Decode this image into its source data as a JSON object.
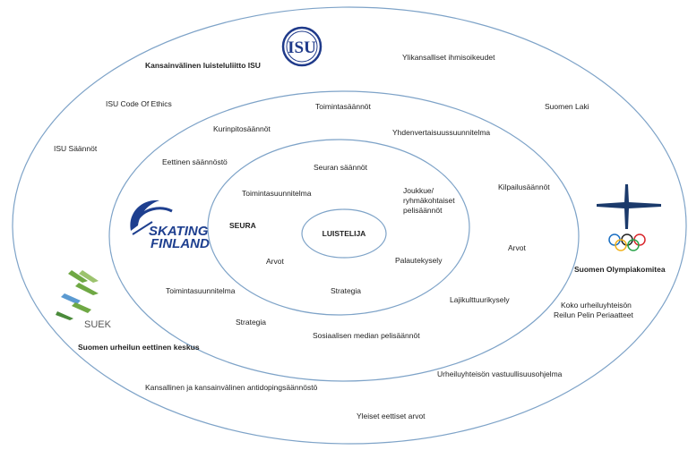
{
  "colors": {
    "ring": "#7ea3c8",
    "isu_blue": "#1f3a8a",
    "skating_blue": "#1e3f8f",
    "olympic_navy": "#1b3a6b",
    "suek_green": "#6fa844"
  },
  "logos": {
    "isu": {
      "icon": "isu-logo",
      "text": "ISU"
    },
    "skating_finland": {
      "icon": "skating-finland-logo",
      "text_line1": "SKATING",
      "text_line2": "FINLAND"
    },
    "olympic": {
      "icon": "olympic-cross-logo"
    },
    "suek": {
      "icon": "suek-logo",
      "text": "SUEK"
    }
  },
  "outer_ring": {
    "isu": "Kansainvälinen luisteluliitto ISU",
    "human_rights": "Ylikansalliset ihmisoikeudet",
    "code_of_ethics": "ISU Code Of Ethics",
    "finnish_law": "Suomen Laki",
    "isu_rules": "ISU Säännöt",
    "olympic_committee": "Suomen Olympiakomitea",
    "fair_play_1": "Koko urheiluyhteisön",
    "fair_play_2": "Reilun Pelin Periaatteet",
    "suek": "Suomen urheilun eettinen keskus",
    "responsibility": "Urheiluyhteisön vastuullisuusohjelma",
    "antidoping": "Kansallinen ja kansainvälinen antidopingsäännöstö",
    "ethics_values": "Yleiset eettiset arvot"
  },
  "middle_ring": {
    "operating_rules": "Toimintasäännöt",
    "discipline": "Kurinpitosäännöt",
    "equality": "Yhdenvertaisuussuunnitelma",
    "ethical_code": "Eettinen säännöstö",
    "competition_rules": "Kilpailusäännöt",
    "values": "Arvot",
    "action_plan": "Toimintasuunnitelma",
    "culture_survey": "Lajikulttuurikysely",
    "strategy": "Strategia",
    "social_media": "Sosiaalisen median pelisäännöt"
  },
  "inner_ring": {
    "club_rules": "Seuran säännöt",
    "action_plan": "Toimintasuunnitelma",
    "team_rules_1": "Joukkue/",
    "team_rules_2": "ryhmäkohtaiset",
    "team_rules_3": "pelisäännöt",
    "club": "SEURA",
    "values": "Arvot",
    "feedback": "Palautekysely",
    "strategy": "Strategia"
  },
  "core": {
    "skater": "LUISTELIJA"
  }
}
